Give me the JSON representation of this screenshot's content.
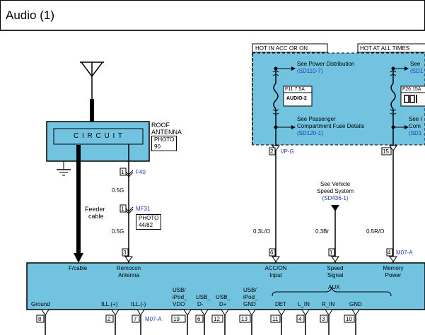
{
  "header": {
    "title": "Audio (1)"
  },
  "top_boxes": {
    "hot_acc": "HOT IN ACC OR ON",
    "hot_all": "HOT AT ALL TIMES"
  },
  "fuse_area": {
    "see_power_dist": "See Power Distribution",
    "see_power_dist_ref": "(SD110-7)",
    "see_power_dist_right": "See",
    "see_power_dist_right_ref": "(SD1",
    "fuse_left": "F11 7.5A",
    "fuse_left_name": "AUDIO-2",
    "fuse_right": "F26 15A",
    "see_pass_1": "See Passenger",
    "see_pass_2": "Compartment Fuse Details",
    "see_pass_ref": "(SD120-1)",
    "see_right_1": "See I",
    "see_right_2": "Com",
    "see_right_ref": "(SD1"
  },
  "antenna": {
    "circuit_label": "C I R C U I T",
    "roof_1": "ROOF",
    "roof_2": "ANTENNA",
    "photo_1": "PHOTO",
    "photo_2": "90",
    "feeder_1": "Feeder",
    "feeder_2": "cable",
    "f40_pin": "1",
    "f40": "F40",
    "wire1": "0.5G",
    "mf31_pin": "1",
    "mf31": "MF31",
    "photo2_1": "PHOTO",
    "photo2_2": "44/82",
    "wire2": "0.5G",
    "pin3": "3"
  },
  "wires": {
    "pin2": "2",
    "ipg": "I/P-G",
    "pin15": "15",
    "see_vehicle_1": "See Vehicle",
    "see_vehicle_2": "Speed System",
    "see_vehicle_ref": "(SD436-1)",
    "w_acc": "0.3L/O",
    "w_speed": "0.3Br",
    "w_mem": "0.5R/O",
    "pin6": "6",
    "pin1": "1",
    "pin4": "4",
    "m07a_top": "M07-A"
  },
  "unit": {
    "fcable": "F/cable",
    "remocon_1": "Remocon",
    "remocon_2": "Antenna",
    "accon_1": "ACC/ON",
    "accon_2": "Input",
    "speed_1": "Speed",
    "speed_2": "Signal",
    "memory_1": "Memory",
    "memory_2": "Power",
    "aux": "AUX",
    "ground": "Ground",
    "ill_plus": "ILL.(+)",
    "ill_minus": "ILL.(-)",
    "usb_vdo_1": "USB/",
    "usb_vdo_2": "iPod_",
    "usb_vdo_3": "VDO",
    "usb_dm_1": "USB_",
    "usb_dm_2": "D-",
    "usb_dp_1": "USB_",
    "usb_dp_2": "D+",
    "usb_gnd_1": "USB/",
    "usb_gnd_2": "iPod_",
    "usb_gnd_3": "GND",
    "det": "DET",
    "l_in": "L_IN",
    "r_in": "R_IN",
    "gnd": "GND"
  },
  "bottom_pins": {
    "p8": "8",
    "p2": "2",
    "p7": "7",
    "m07a": "M07-A",
    "p19": "19",
    "p6": "6",
    "p12": "12",
    "p13": "13",
    "p11": "11",
    "p4": "4",
    "p3": "3",
    "p10": "10"
  },
  "colors": {
    "box_fill": "#72c3df",
    "accent_blue": "#1e3fb0",
    "line": "#000000"
  }
}
